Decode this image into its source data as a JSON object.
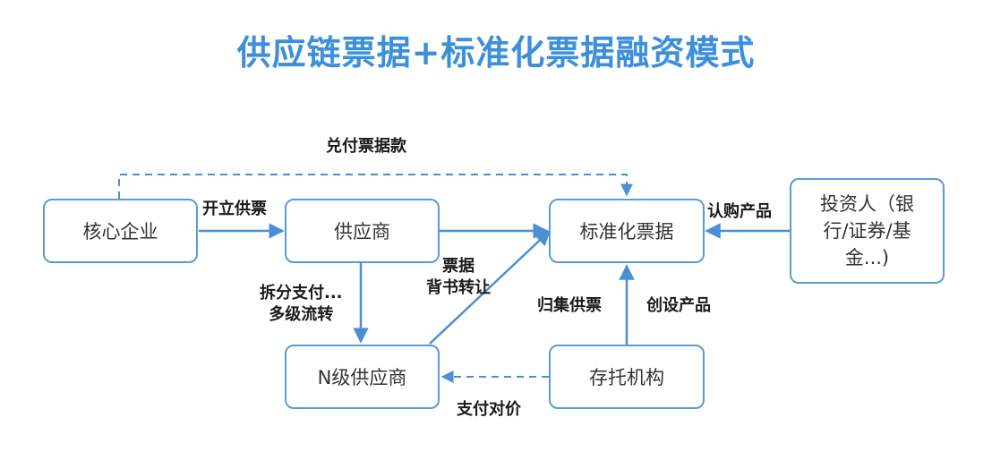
{
  "title": "供应链票据+标准化票据融资模式",
  "nodes": {
    "core_enterprise": "核心企业",
    "supplier": "供应商",
    "n_supplier": "N级供应商",
    "standard_bill": "标准化票据",
    "investor_line1": "投资人（银",
    "investor_line2": "行/证券/基",
    "investor_line3": "金...)",
    "depository": "存托机构"
  },
  "edges": {
    "redeem": "兑付票据款",
    "issue": "开立供票",
    "split_line1": "拆分支付...",
    "split_line2": "多级流转",
    "endorse_line1": "票据",
    "endorse_line2": "背书转让",
    "subscribe": "认购产品",
    "collect": "归集供票",
    "create": "创设产品",
    "pay": "支付对价"
  },
  "colors": {
    "title": "#3b8fdc",
    "border": "#5b9bd5",
    "arrow": "#4a8fd6"
  }
}
